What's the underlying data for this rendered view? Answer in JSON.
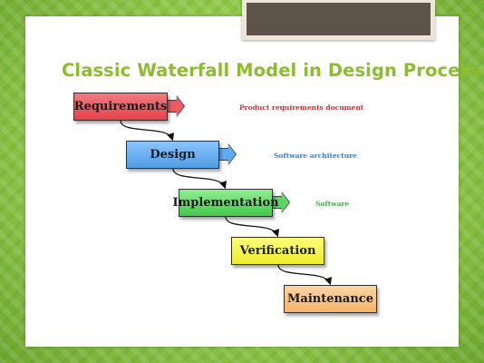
{
  "slide": {
    "title": "Classic Waterfall Model in Design Process"
  },
  "phases": [
    {
      "label": "Requirements",
      "artifact": "Product requirements document",
      "color": "#e3434b"
    },
    {
      "label": "Design",
      "artifact": "Software architecture",
      "color": "#4f9de4"
    },
    {
      "label": "Implementation",
      "artifact": "Software",
      "color": "#43c84d"
    },
    {
      "label": "Verification",
      "color": "#eded2c"
    },
    {
      "label": "Maintenance",
      "color": "#f5b36c"
    }
  ],
  "theme": {
    "title_color": "#8cbd2c",
    "background": "#9ccf52"
  }
}
